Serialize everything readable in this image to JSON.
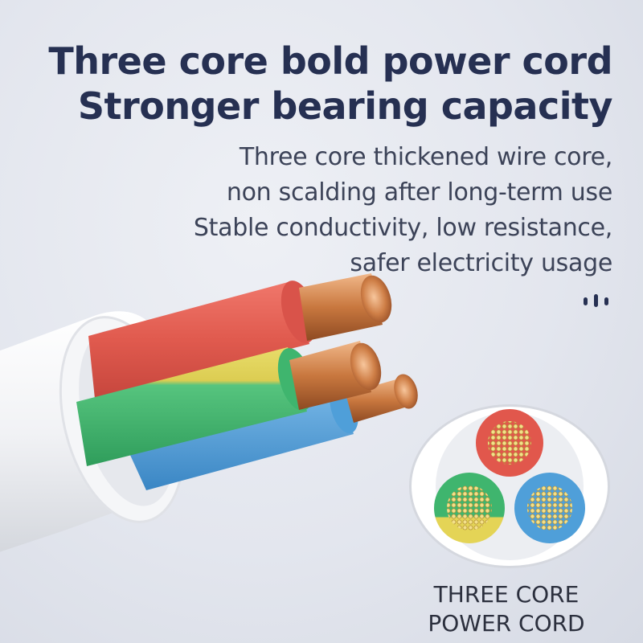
{
  "headline": {
    "line1": "Three core bold power cord",
    "line2": "Stronger bearing capacity"
  },
  "description": {
    "lines": [
      "Three core thickened wire core,",
      "non scalding after long-term use",
      "Stable conductivity, low resistance,",
      "safer electricity usage"
    ]
  },
  "caption": {
    "line1": "THREE CORE",
    "line2": "POWER CORD"
  },
  "colors": {
    "heading": "#263052",
    "body_text": "#3c4358",
    "red_core": "#e1574c",
    "green_core": "#3fb56e",
    "yellow_stripe": "#e4d456",
    "blue_core": "#4f9fd9",
    "copper": "#c6773f"
  },
  "icons": [
    "decorative-dots-icon",
    "copper-strand-icon"
  ]
}
